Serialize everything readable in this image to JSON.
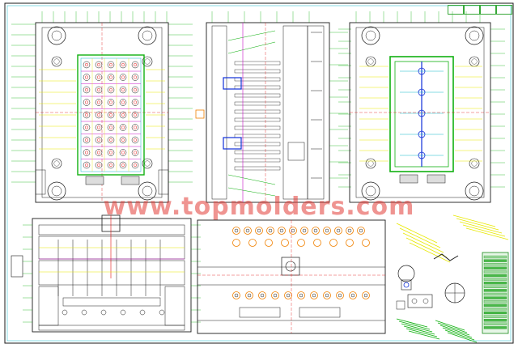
{
  "watermark": {
    "text": "www.topmolders.com",
    "color": "#e23c37"
  },
  "title_block": {
    "cells": [
      "",
      "",
      "",
      ""
    ]
  },
  "palette": {
    "frame": "#1a1a1a",
    "green": "#10b010",
    "cyan": "#10b8c8",
    "yellow": "#e8e800",
    "red": "#e01010",
    "blue": "#1030d8",
    "magenta": "#c810c8",
    "orange": "#f08000"
  },
  "views": [
    {
      "id": "top-left",
      "kind": "plan"
    },
    {
      "id": "top-center",
      "kind": "section"
    },
    {
      "id": "top-right",
      "kind": "plan"
    },
    {
      "id": "bottom-left",
      "kind": "section"
    },
    {
      "id": "bottom-center",
      "kind": "plan"
    },
    {
      "id": "bottom-right",
      "kind": "details"
    }
  ]
}
